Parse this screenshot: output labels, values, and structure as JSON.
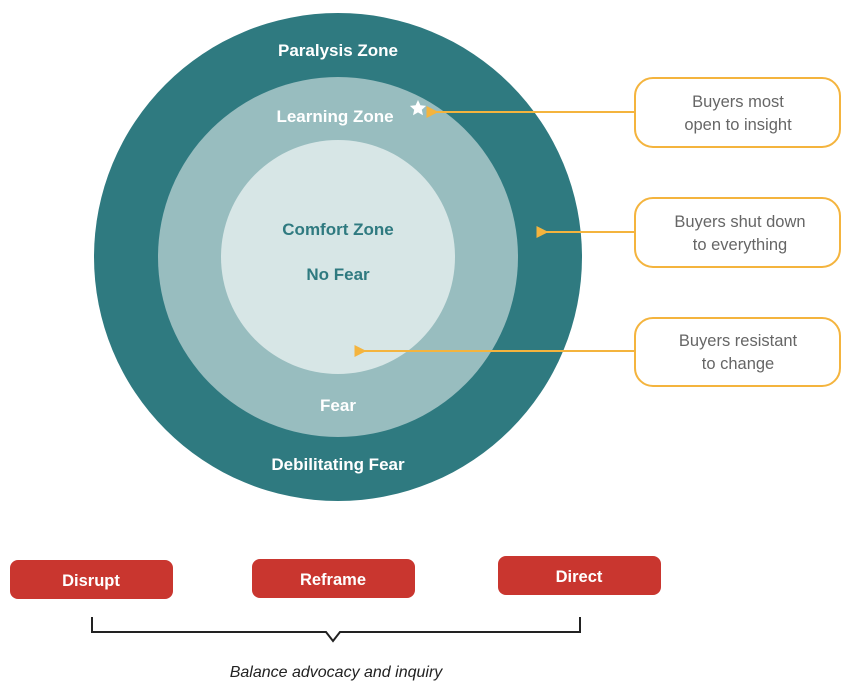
{
  "zones": {
    "outer_top": "Paralysis Zone",
    "outer_bottom": "Debilitating Fear",
    "middle_top": "Learning Zone",
    "middle_bottom": "Fear",
    "inner_line1": "Comfort Zone",
    "inner_line2": "No Fear"
  },
  "callouts": [
    {
      "line1": "Buyers most",
      "line2": "open to insight"
    },
    {
      "line1": "Buyers shut down",
      "line2": "to everything"
    },
    {
      "line1": "Buyers resistant",
      "line2": "to change"
    }
  ],
  "buttons": [
    {
      "label": "Disrupt"
    },
    {
      "label": "Reframe"
    },
    {
      "label": "Direct"
    }
  ],
  "caption": "Balance advocacy and inquiry",
  "colors": {
    "outer": "#2f7a80",
    "middle": "#98bdbf",
    "inner": "#d7e6e6",
    "inner_text": "#2f7a80",
    "callout_border": "#f4b43e",
    "button": "#c9362f",
    "star": "#ffffff"
  },
  "icons": {
    "star": "star-icon",
    "arrow": "arrow-left-icon",
    "brace": "bracket-icon"
  }
}
